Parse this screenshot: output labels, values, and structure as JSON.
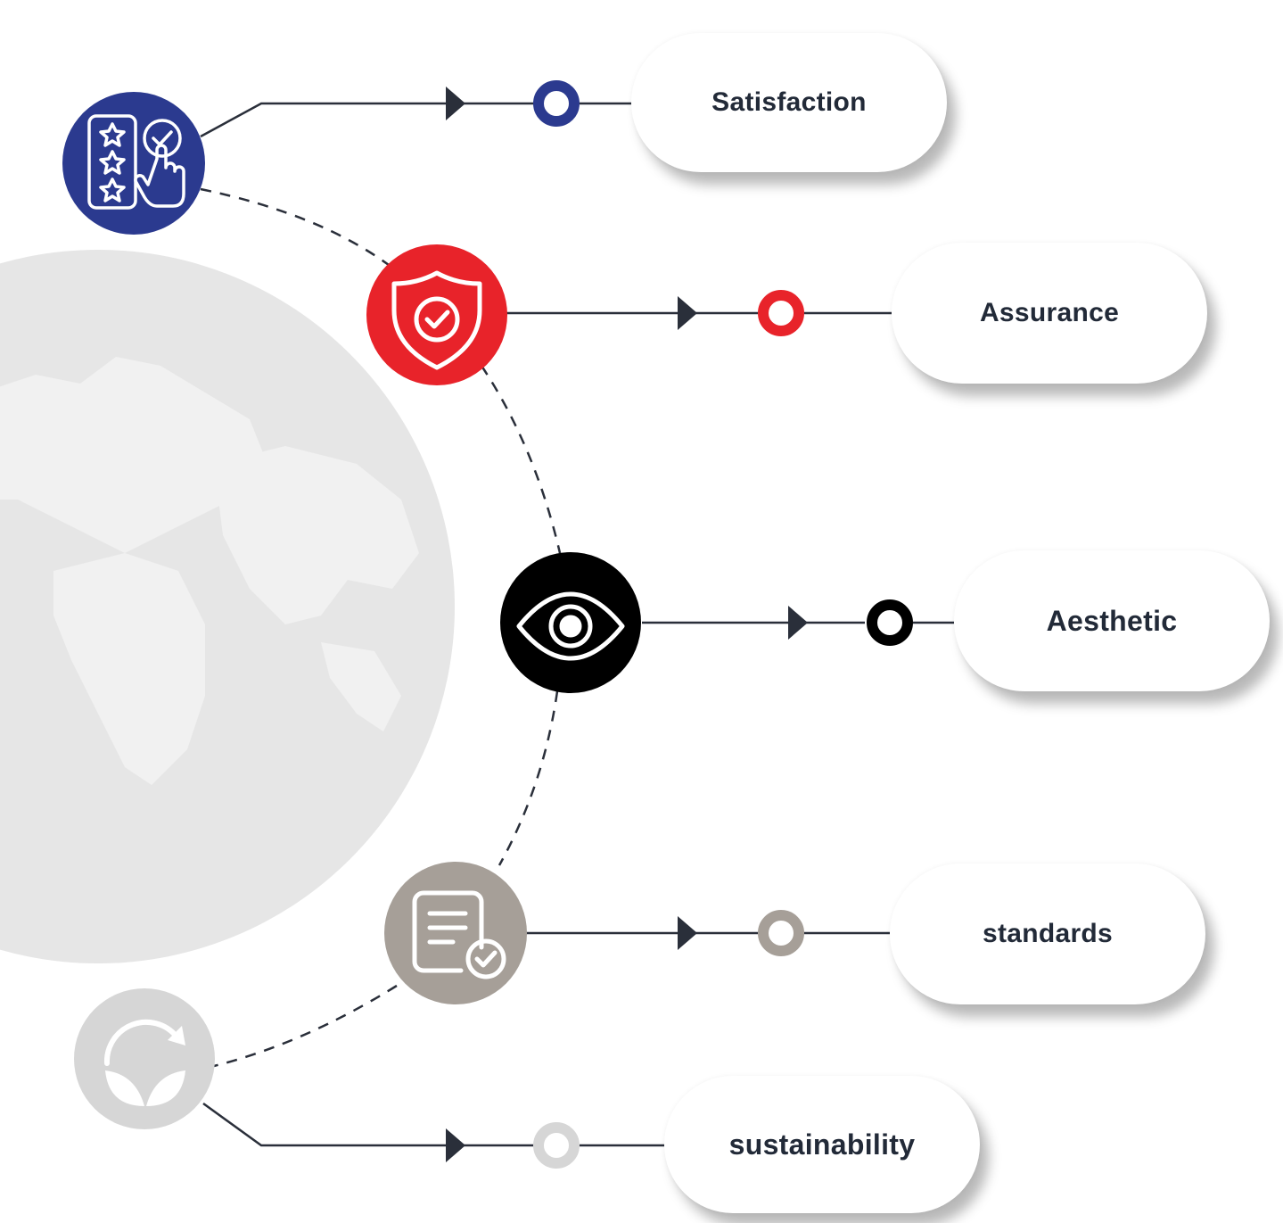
{
  "steps": [
    {
      "label": "Satisfaction",
      "color": "#2b3a8f",
      "icon": "rating-stars-touch-icon"
    },
    {
      "label": "Assurance",
      "color": "#e8232a",
      "icon": "shield-check-icon"
    },
    {
      "label": "Aesthetic",
      "color": "#000000",
      "icon": "eye-icon"
    },
    {
      "label": "standards",
      "color": "#a69f98",
      "icon": "document-check-icon"
    },
    {
      "label": "sustainability",
      "color": "#d6d6d6",
      "icon": "recycle-leaf-icon"
    }
  ],
  "colors": {
    "globe": "#e6e6e6",
    "connector": "#2a2f3a",
    "pill_text": "#222a38"
  }
}
